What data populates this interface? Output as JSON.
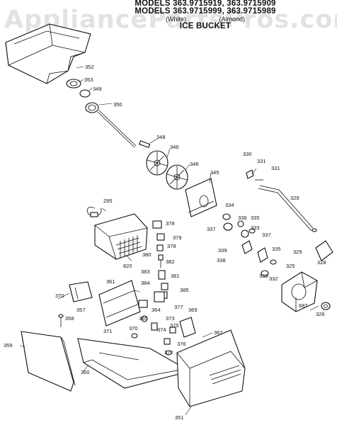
{
  "header": {
    "line1": "MODELS 363.9715919, 363.9715909",
    "line2": "MODELS 363.9715999, 363.9715989",
    "sub_left": "(White)",
    "sub_right": "(Almond)",
    "line3": "ICE BUCKET"
  },
  "watermark": "AppliancePartsPros.com",
  "part_labels": [
    "352",
    "353",
    "349",
    "350",
    "348",
    "346",
    "346",
    "345",
    "330",
    "331",
    "331",
    "329",
    "295",
    "378",
    "379",
    "378",
    "380",
    "382",
    "820",
    "334",
    "336",
    "335",
    "333",
    "337",
    "337",
    "339",
    "338",
    "335",
    "329",
    "328",
    "336",
    "332",
    "325",
    "326",
    "687",
    "383",
    "381",
    "384",
    "385",
    "361",
    "370",
    "357",
    "358",
    "364",
    "377",
    "369",
    "370",
    "371",
    "365",
    "373",
    "374",
    "375",
    "372",
    "376",
    "367",
    "359",
    "360",
    "351"
  ]
}
